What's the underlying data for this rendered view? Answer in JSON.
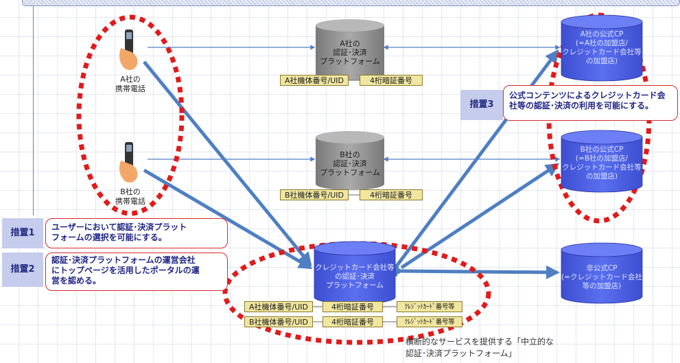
{
  "phones": [
    {
      "label": "A社の\n携帯電話"
    },
    {
      "label": "B社の\n携帯電話"
    }
  ],
  "platforms": [
    {
      "text": "A社の\n認証･決済\nプラットフォーム"
    },
    {
      "text": "B社の\n認証･決済\nプラットフォーム"
    },
    {
      "text": "クレジットカード会社等\nの認証･決済\nプラットフォーム"
    }
  ],
  "cps": [
    {
      "text": "A社の公式CP\n(=A社の加盟店/\nクレジットカード会社等\nの加盟店)"
    },
    {
      "text": "B社の公式CP\n(=B社の加盟店/\nクレジットカード会社等\nの加盟店)"
    },
    {
      "text": "非公式CP\n(=クレジットカード会社\n等の加盟店)"
    }
  ],
  "tags": {
    "a_uid": "A社機体番号/UID",
    "a_pin": "4桁暗証番号",
    "b_uid": "B社機体番号/UID",
    "b_pin": "4桁暗証番号",
    "c_a_uid": "A社機体番号/UID",
    "c_a_pin": "4桁暗証番号",
    "c_a_card": "ｸﾚｼﾞｯﾄｶｰﾄﾞ番号等",
    "c_b_uid": "B社機体番号/UID",
    "c_b_pin": "4桁暗証番号",
    "c_b_card": "ｸﾚｼﾞｯﾄｶｰﾄﾞ番号等"
  },
  "measures": [
    {
      "label": "措置1",
      "text": "ユーザーにおいて認証･決済プラット\nフォームの選択を可能にする。"
    },
    {
      "label": "措置2",
      "text": "認証･決済プラットフォームの運営会社\nにトップページを活用したポータルの運\n営を認める。"
    },
    {
      "label": "措置3",
      "text": "公式コンテンツによるクレジットカード会\n社等の認証･決済の利用を可能にする。"
    }
  ],
  "caption": "横断的なサービスを提供する「中立的な\n認証･決済プラットフォーム」",
  "colors": {
    "arrow": "#4f7fc2",
    "red_dots": "#e01b1b",
    "gray_cyl": "#8c8c8c",
    "blue_cyl": "#4a5fe0",
    "tag_fill": "#f0e6a0"
  }
}
